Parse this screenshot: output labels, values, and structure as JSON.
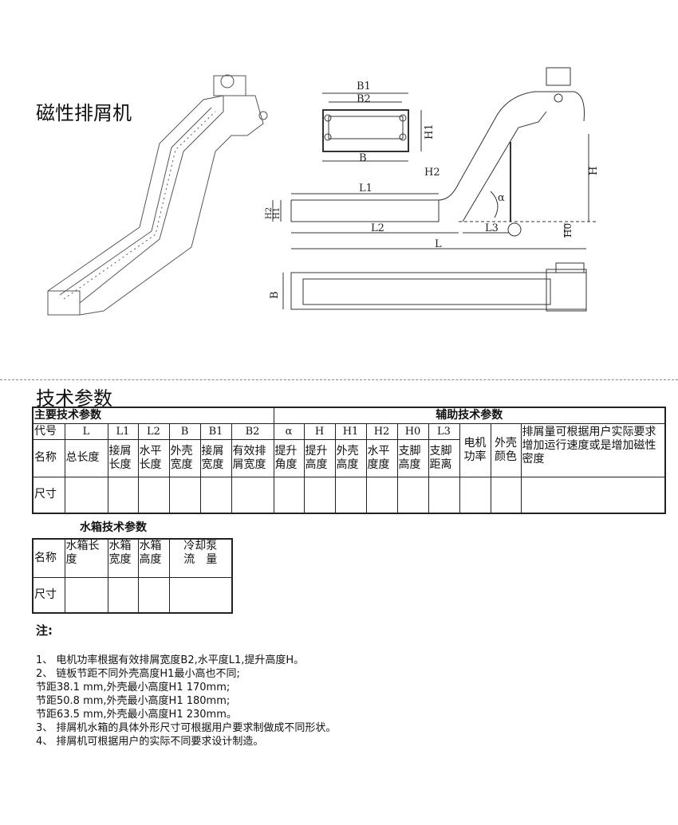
{
  "product_title": "磁性排屑机",
  "diagram_labels": {
    "B1": "B1",
    "B2": "B2",
    "H1": "H1",
    "B": "B",
    "H2": "H2",
    "L1": "L1",
    "H": "H",
    "alpha": "α",
    "L2": "L2",
    "L3": "L3",
    "H0": "H0",
    "L": "L"
  },
  "section_title": "技术参数",
  "main_table": {
    "group_main": "主要技术参数",
    "group_aux": "辅助技术参数",
    "row_code_label": "代号",
    "row_name_label": "名称",
    "row_size_label": "尺寸",
    "codes": [
      "L",
      "L1",
      "L2",
      "B",
      "B1",
      "B2",
      "α",
      "H",
      "H1",
      "H2",
      "H0",
      "L3"
    ],
    "names": [
      "总长度",
      "接屑长度",
      "水平长度",
      "外壳宽度",
      "接屑宽度",
      "有效排屑宽度",
      "提升角度",
      "提升高度",
      "外壳高度",
      "水平度度",
      "支脚高度",
      "支脚距离"
    ],
    "motor_power": "电机功率",
    "shell_color": "外壳颜色",
    "remark": "排屑量可根据用户实际要求增加运行速度或是增加磁性密度"
  },
  "tank_table": {
    "title": "水箱技术参数",
    "row_name_label": "名称",
    "row_size_label": "尺寸",
    "names": [
      "水箱长度",
      "水箱宽度",
      "水箱高度",
      "冷却泵流　量"
    ]
  },
  "notes": {
    "heading": "注:",
    "lines": [
      "1、 电机功率根据有效排屑宽度B2,水平度L1,提升高度H。",
      "2、 链板节距不同外壳高度H1最小高也不同;",
      "节距38.1 mm,外壳最小高度H1 170mm;",
      "节距50.8 mm,外壳最小高度H1 180mm;",
      "节距63.5 mm,外壳最小高度H1 230mm。",
      "3、 排屑机水箱的具体外形尺寸可根据用户要求制做成不同形状。",
      "4、 排屑机可根据用户的实际不同要求设计制造。"
    ]
  }
}
